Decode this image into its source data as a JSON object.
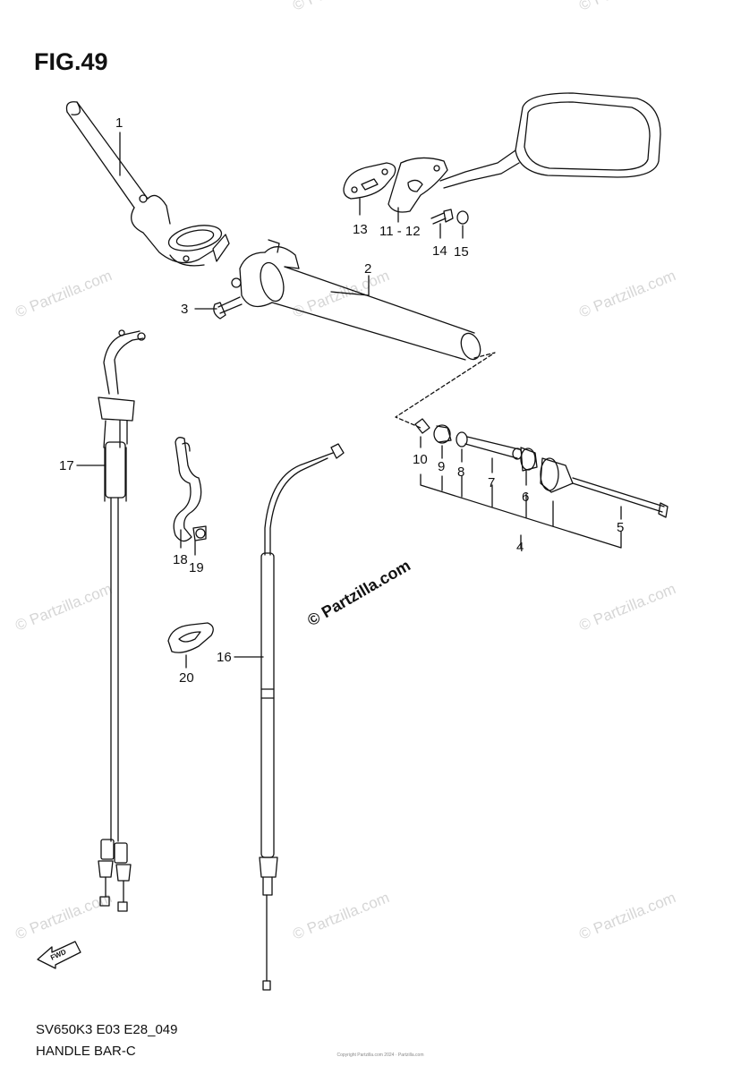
{
  "figure_title": "FIG.49",
  "diagram_code": "SV650K3 E03 E28_049",
  "diagram_name": "HANDLE BAR-C",
  "watermark": "© Partzilla.com",
  "fine_print": "Copyright Partzilla.com 2024 · Partzilla.com",
  "fwd_label": "FWD",
  "callouts": [
    "1",
    "2",
    "3",
    "4",
    "5",
    "6",
    "7",
    "8",
    "9",
    "10",
    "11 - 12",
    "13",
    "14",
    "15",
    "16",
    "17",
    "18",
    "19",
    "20"
  ],
  "stroke_color": "#111111",
  "watermark_color": "#d6d6d6"
}
